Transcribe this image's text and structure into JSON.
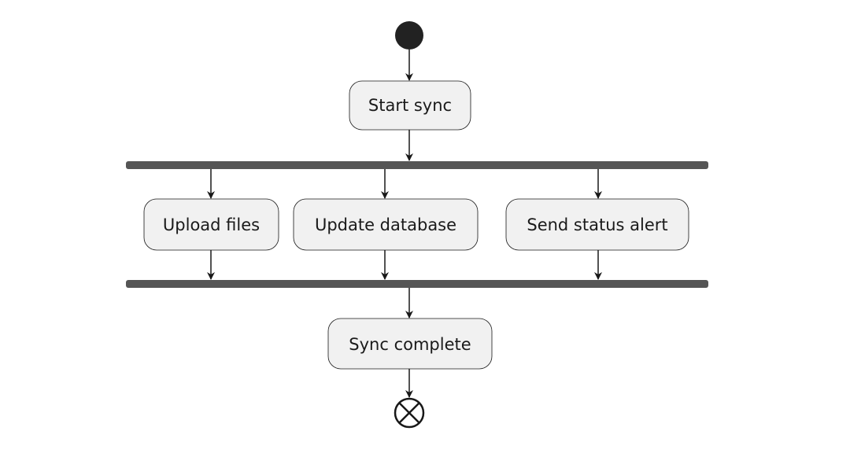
{
  "diagram": {
    "type": "activity",
    "colors": {
      "node_fill": "#f1f1f1",
      "node_stroke": "#181818",
      "bar": "#555555",
      "start": "#222222",
      "arrow": "#181818",
      "text": "#1a1a1a"
    },
    "nodes": {
      "start_sync": "Start sync",
      "upload_files": "Upload files",
      "update_database": "Update database",
      "send_status_alert": "Send status alert",
      "sync_complete": "Sync complete"
    },
    "icons": {
      "start": "start-node-icon",
      "end": "end-node-icon"
    }
  }
}
